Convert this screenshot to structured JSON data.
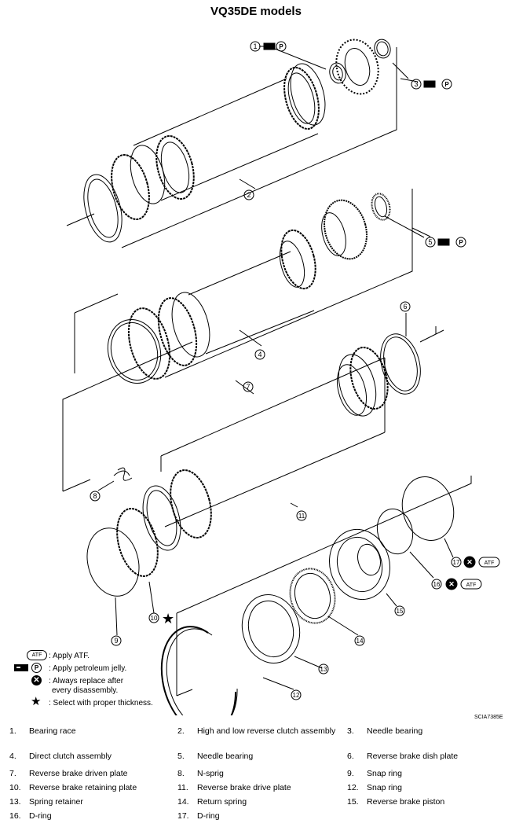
{
  "title": "VQ35DE models",
  "callouts": [
    "1",
    "2",
    "3",
    "4",
    "5",
    "6",
    "7",
    "8",
    "9",
    "10",
    "11",
    "12",
    "13",
    "14",
    "15",
    "16",
    "17"
  ],
  "symbols": {
    "atf_badge": "ATF",
    "petroleum_p": "P",
    "replace": "✕",
    "star": "★"
  },
  "legend": {
    "atf": ": Apply ATF.",
    "jelly": ": Apply petroleum jelly.",
    "replace_line1": ": Always replace after",
    "replace_line2": "every disassembly.",
    "thickness": ": Select with proper thickness."
  },
  "figure_code": "SCIA7385E",
  "parts": [
    {
      "num": "1.",
      "name": "Bearing race"
    },
    {
      "num": "2.",
      "name": "High and low reverse clutch assembly"
    },
    {
      "num": "3.",
      "name": "Needle bearing"
    },
    {
      "num": "4.",
      "name": "Direct clutch assembly"
    },
    {
      "num": "5.",
      "name": "Needle bearing"
    },
    {
      "num": "6.",
      "name": "Reverse brake dish plate"
    },
    {
      "num": "7.",
      "name": "Reverse brake driven plate"
    },
    {
      "num": "8.",
      "name": "N-sprig"
    },
    {
      "num": "9.",
      "name": "Snap ring"
    },
    {
      "num": "10.",
      "name": "Reverse brake retaining plate"
    },
    {
      "num": "11.",
      "name": "Reverse brake drive plate"
    },
    {
      "num": "12.",
      "name": "Snap ring"
    },
    {
      "num": "13.",
      "name": "Spring retainer"
    },
    {
      "num": "14.",
      "name": "Return spring"
    },
    {
      "num": "15.",
      "name": "Reverse brake piston"
    },
    {
      "num": "16.",
      "name": "D-ring"
    },
    {
      "num": "17.",
      "name": "D-ring"
    }
  ]
}
